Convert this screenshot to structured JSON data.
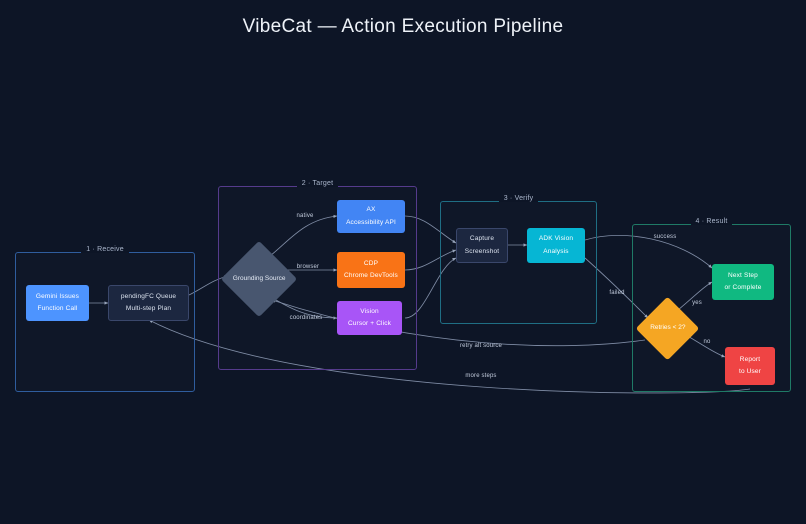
{
  "page": {
    "title": "VibeCat — Action Execution Pipeline",
    "background": "#0d1526"
  },
  "diagram": {
    "type": "flowchart",
    "direction": "left-to-right",
    "groups": [
      {
        "id": "receive",
        "label": "1 · Receive",
        "color": "#2f5d9e"
      },
      {
        "id": "target",
        "label": "2 · Target",
        "color": "#553b8c"
      },
      {
        "id": "verify",
        "label": "3 · Verify",
        "color": "#1f6e84"
      },
      {
        "id": "result",
        "label": "4 · Result",
        "color": "#1f7a66"
      }
    ],
    "nodes": [
      {
        "id": "gemini",
        "group": "receive",
        "shape": "rect",
        "line1": "Gemini Issues",
        "line2": "Function Call",
        "fill": "#4d94ff",
        "text": "#ffffff"
      },
      {
        "id": "queue",
        "group": "receive",
        "shape": "rect",
        "line1": "pendingFC Queue",
        "line2": "Multi-step Plan",
        "fill": "#1c2740",
        "text": "#dde4f0"
      },
      {
        "id": "grounding",
        "group": "target",
        "shape": "diamond",
        "line1": "Grounding",
        "line2": "Source",
        "fill": "#48566f",
        "text": "#e4eaf4"
      },
      {
        "id": "ax",
        "group": "target",
        "shape": "rect",
        "line1": "AX",
        "line2": "Accessibility API",
        "fill": "#4285f4",
        "text": "#ffffff"
      },
      {
        "id": "cdp",
        "group": "target",
        "shape": "rect",
        "line1": "CDP",
        "line2": "Chrome DevTools",
        "fill": "#f97316",
        "text": "#ffffff"
      },
      {
        "id": "vision",
        "group": "target",
        "shape": "rect",
        "line1": "Vision",
        "line2": "Cursor + Click",
        "fill": "#a855f7",
        "text": "#ffffff"
      },
      {
        "id": "capture",
        "group": "verify",
        "shape": "rect",
        "line1": "Capture",
        "line2": "Screenshot",
        "fill": "#1c2740",
        "text": "#dde4f0"
      },
      {
        "id": "adk",
        "group": "verify",
        "shape": "rect",
        "line1": "ADK Vision",
        "line2": "Analysis",
        "fill": "#06b6d4",
        "text": "#ffffff"
      },
      {
        "id": "retries",
        "group": "result",
        "shape": "diamond",
        "line1": "Retries",
        "line2": "< 2?",
        "fill": "#f5a623",
        "text": "#ffffff"
      },
      {
        "id": "nextstep",
        "group": "result",
        "shape": "rect",
        "line1": "Next Step",
        "line2": "or Complete",
        "fill": "#10b981",
        "text": "#ffffff"
      },
      {
        "id": "report",
        "group": "result",
        "shape": "rect",
        "line1": "Report",
        "line2": "to User",
        "fill": "#ef4444",
        "text": "#ffffff"
      }
    ],
    "edges": [
      {
        "from": "gemini",
        "to": "queue",
        "label": ""
      },
      {
        "from": "queue",
        "to": "grounding",
        "label": ""
      },
      {
        "from": "grounding",
        "to": "ax",
        "label": "native"
      },
      {
        "from": "grounding",
        "to": "cdp",
        "label": "browser"
      },
      {
        "from": "grounding",
        "to": "vision",
        "label": "coordinates"
      },
      {
        "from": "ax",
        "to": "capture",
        "label": ""
      },
      {
        "from": "cdp",
        "to": "capture",
        "label": ""
      },
      {
        "from": "vision",
        "to": "capture",
        "label": ""
      },
      {
        "from": "capture",
        "to": "adk",
        "label": ""
      },
      {
        "from": "adk",
        "to": "nextstep",
        "label": "success"
      },
      {
        "from": "adk",
        "to": "retries",
        "label": "failed"
      },
      {
        "from": "retries",
        "to": "nextstep",
        "label": "yes"
      },
      {
        "from": "retries",
        "to": "report",
        "label": "no"
      },
      {
        "from": "retries",
        "to": "grounding",
        "label": "retry alt source"
      },
      {
        "from": "nextstep",
        "to": "queue",
        "label": "more steps"
      }
    ],
    "edge_labels": {
      "native": "native",
      "browser": "browser",
      "coordinates": "coordinates",
      "success": "success",
      "failed": "failed",
      "yes": "yes",
      "no": "no",
      "retry_alt_source": "retry alt source",
      "more_steps": "more steps"
    }
  }
}
